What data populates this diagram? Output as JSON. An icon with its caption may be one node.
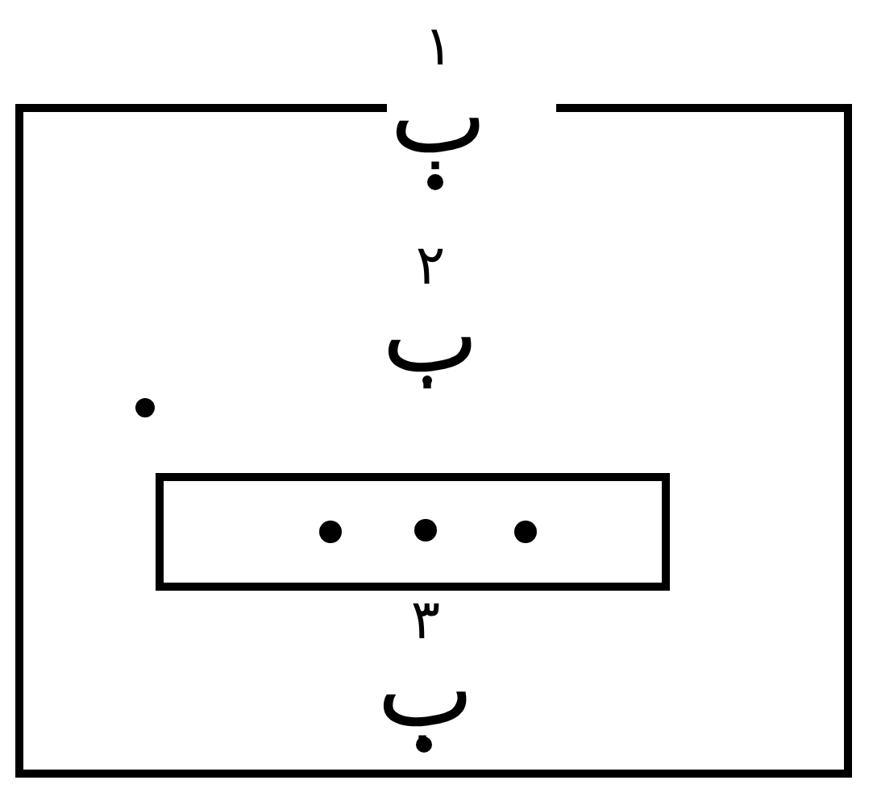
{
  "diagram": {
    "nodes": [
      {
        "text": [],
        "shape": "box"
      },
      {
        "text": [],
        "shape": "box",
        "in": 0
      }
    ],
    "labels": [
      "ب$^{۱}$",
      "ب$^{۲}$",
      "ب$^{۳}$"
    ]
  }
}
